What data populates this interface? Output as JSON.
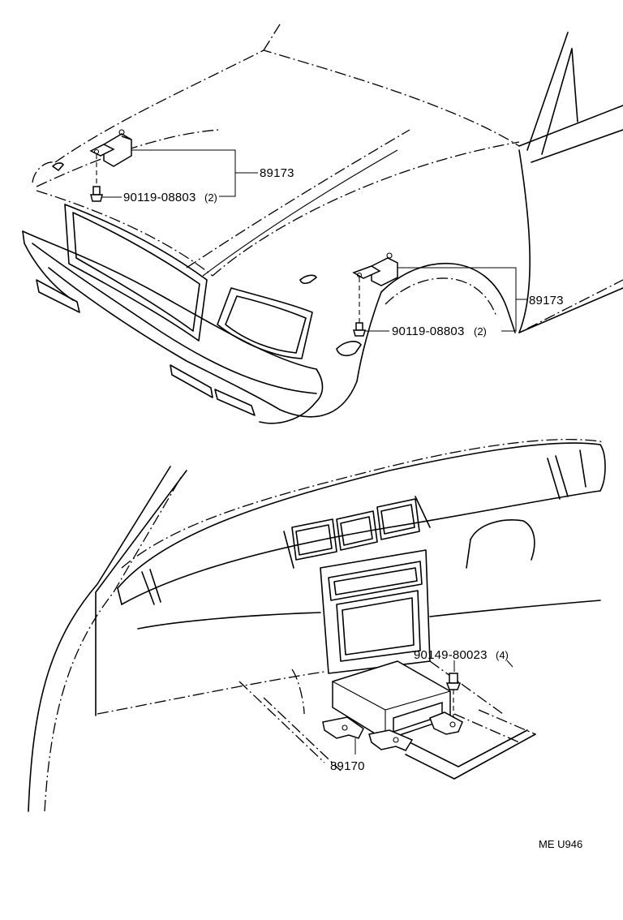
{
  "diagram": {
    "callouts": {
      "front_sensor_part": "89173",
      "front_sensor_bolt": "90119-08803",
      "front_sensor_bolt_qty": "(2)",
      "fender_sensor_part": "89173",
      "fender_sensor_bolt": "90119-08803",
      "fender_sensor_bolt_qty": "(2)",
      "center_unit_bolt": "90149-80023",
      "center_unit_bolt_qty": "(4)",
      "center_unit_part": "89170"
    },
    "reference_code": "ME U946"
  }
}
